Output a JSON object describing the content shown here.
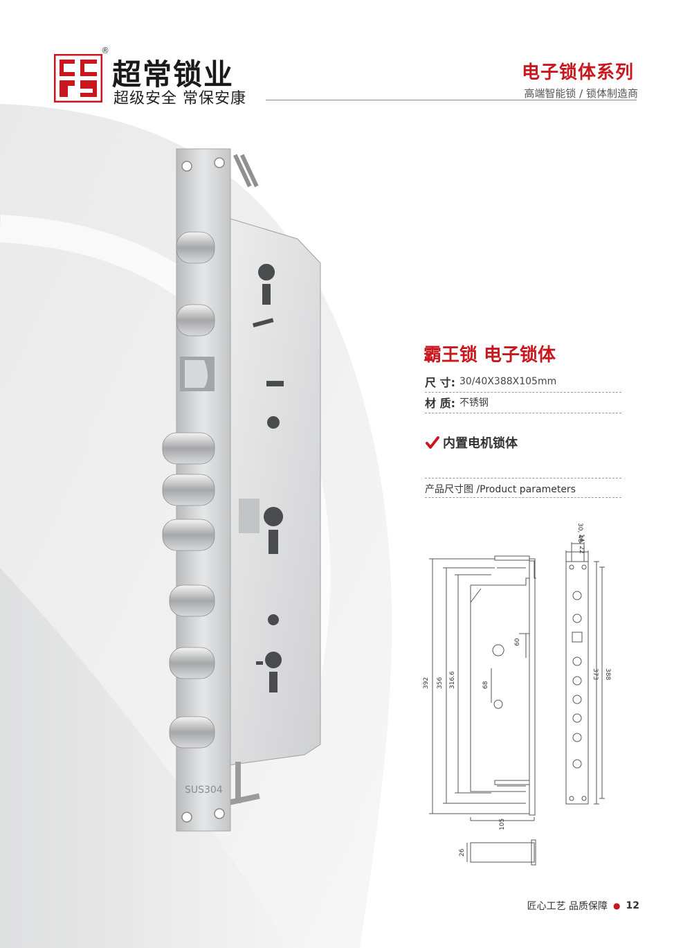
{
  "brand": {
    "name": "超常锁业",
    "reg_mark": "®",
    "slogan": "超级安全 常保安康",
    "logo_letters": "CCSY"
  },
  "header": {
    "series_title": "电子锁体系列",
    "series_subtitle": "高端智能锁 / 锁体制造商"
  },
  "product": {
    "title": "霸王锁 电子锁体",
    "specs": [
      {
        "label": "尺 寸:",
        "value": "30/40X388X105mm"
      },
      {
        "label": "材 质:",
        "value": "不锈钢"
      }
    ],
    "feature": "内置电机锁体",
    "faceplate_marking": "SUS304"
  },
  "params": {
    "title": "产品尺寸图 /Product parameters",
    "dimensions": [
      "392",
      "356",
      "316.6",
      "60",
      "68",
      "105",
      "26",
      "30, 40",
      "14, 22",
      "388",
      "373"
    ]
  },
  "colors": {
    "accent": "#c8171e",
    "text": "#333333"
  },
  "footer": {
    "slogan": "匠心工艺  品质保障",
    "page_number": "12"
  }
}
